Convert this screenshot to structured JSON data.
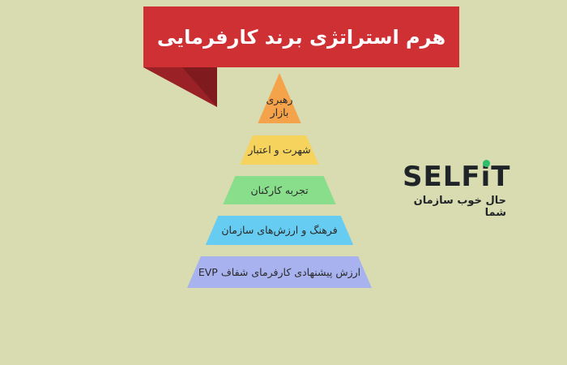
{
  "title": "هرم استراتژی برند کارفرمایی",
  "colors": {
    "background": "#d8dcb0",
    "banner": "#cf3034",
    "banner_fold": "#9a2226"
  },
  "pyramid": {
    "layers": [
      {
        "label": "رهبری\nبازار",
        "color": "#f4a34b"
      },
      {
        "label": "شهرت و اعتبار",
        "color": "#f6d35c"
      },
      {
        "label": "تجربه کارکنان",
        "color": "#88de8b"
      },
      {
        "label": "فرهنگ و ارزش‌های سازمان",
        "color": "#66ccf2"
      },
      {
        "label": "ارزش پیشنهادی کارفرمای شفاف EVP",
        "color": "#a8b2ee"
      }
    ]
  },
  "logo": {
    "text_before_i": "SELF",
    "text_i": "i",
    "text_after_i": "T",
    "tagline": "حال خوب سازمان شما",
    "dot_color": "#2dbe6c"
  }
}
